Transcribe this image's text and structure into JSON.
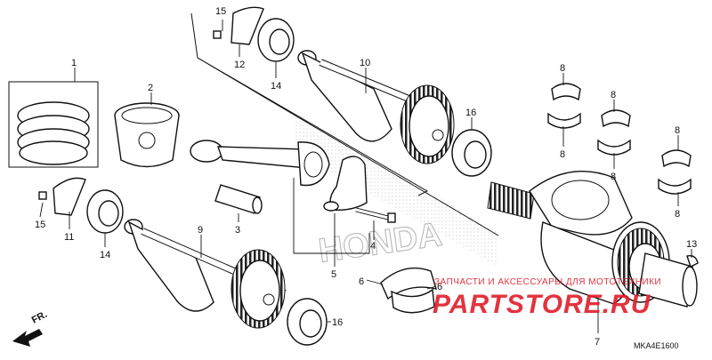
{
  "callouts": [
    {
      "id": "c1",
      "label": "1"
    },
    {
      "id": "c2",
      "label": "2"
    },
    {
      "id": "c3",
      "label": "3"
    },
    {
      "id": "c4",
      "label": "4"
    },
    {
      "id": "c5",
      "label": "5"
    },
    {
      "id": "c6a",
      "label": "6"
    },
    {
      "id": "c6b",
      "label": "6"
    },
    {
      "id": "c7",
      "label": "7"
    },
    {
      "id": "c8a",
      "label": "8"
    },
    {
      "id": "c8b",
      "label": "8"
    },
    {
      "id": "c8c",
      "label": "8"
    },
    {
      "id": "c8d",
      "label": "8"
    },
    {
      "id": "c8e",
      "label": "8"
    },
    {
      "id": "c8f",
      "label": "8"
    },
    {
      "id": "c9",
      "label": "9"
    },
    {
      "id": "c10",
      "label": "10"
    },
    {
      "id": "c11",
      "label": "11"
    },
    {
      "id": "c12",
      "label": "12"
    },
    {
      "id": "c13",
      "label": "13"
    },
    {
      "id": "c14a",
      "label": "14"
    },
    {
      "id": "c14b",
      "label": "14"
    },
    {
      "id": "c15a",
      "label": "15"
    },
    {
      "id": "c15b",
      "label": "15"
    },
    {
      "id": "c16a",
      "label": "16"
    },
    {
      "id": "c16b",
      "label": "16"
    }
  ],
  "direction_label": "FR.",
  "diagram_code": "MKA4E1600",
  "watermark": {
    "subtitle": "ЗАПЧАСТИ И АКСЕССУАРЫ ДЛЯ МОТОТЕХНИКИ",
    "brand": "PARTSTORE.RU",
    "color": "#e11d2a"
  },
  "background_logo": "HONDA"
}
